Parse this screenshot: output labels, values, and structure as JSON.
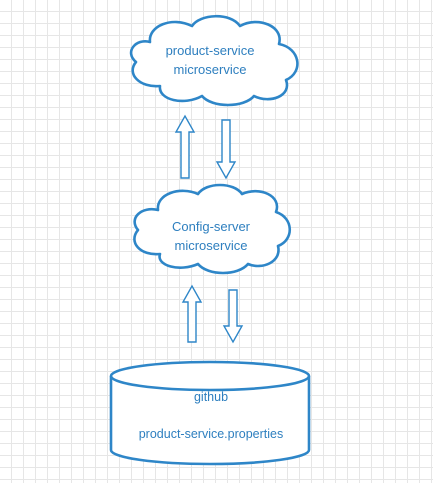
{
  "nodes": {
    "product_service": {
      "line1": "product-service",
      "line2": "microservice"
    },
    "config_server": {
      "line1": "Config-server",
      "line2": "microservice"
    },
    "github": {
      "line1": "github",
      "line2": "product-service.properties"
    }
  },
  "colors": {
    "stroke": "#2e86c8",
    "text": "#2e7fbf",
    "grid": "#e6e6e6"
  }
}
